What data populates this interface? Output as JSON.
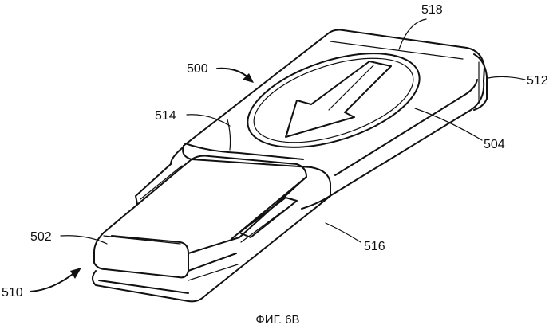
{
  "figure": {
    "caption": "ФИГ. 6B",
    "labels": {
      "l500": "500",
      "l502": "502",
      "l504": "504",
      "l510": "510",
      "l512": "512",
      "l514": "514",
      "l516": "516",
      "l518": "518"
    }
  }
}
